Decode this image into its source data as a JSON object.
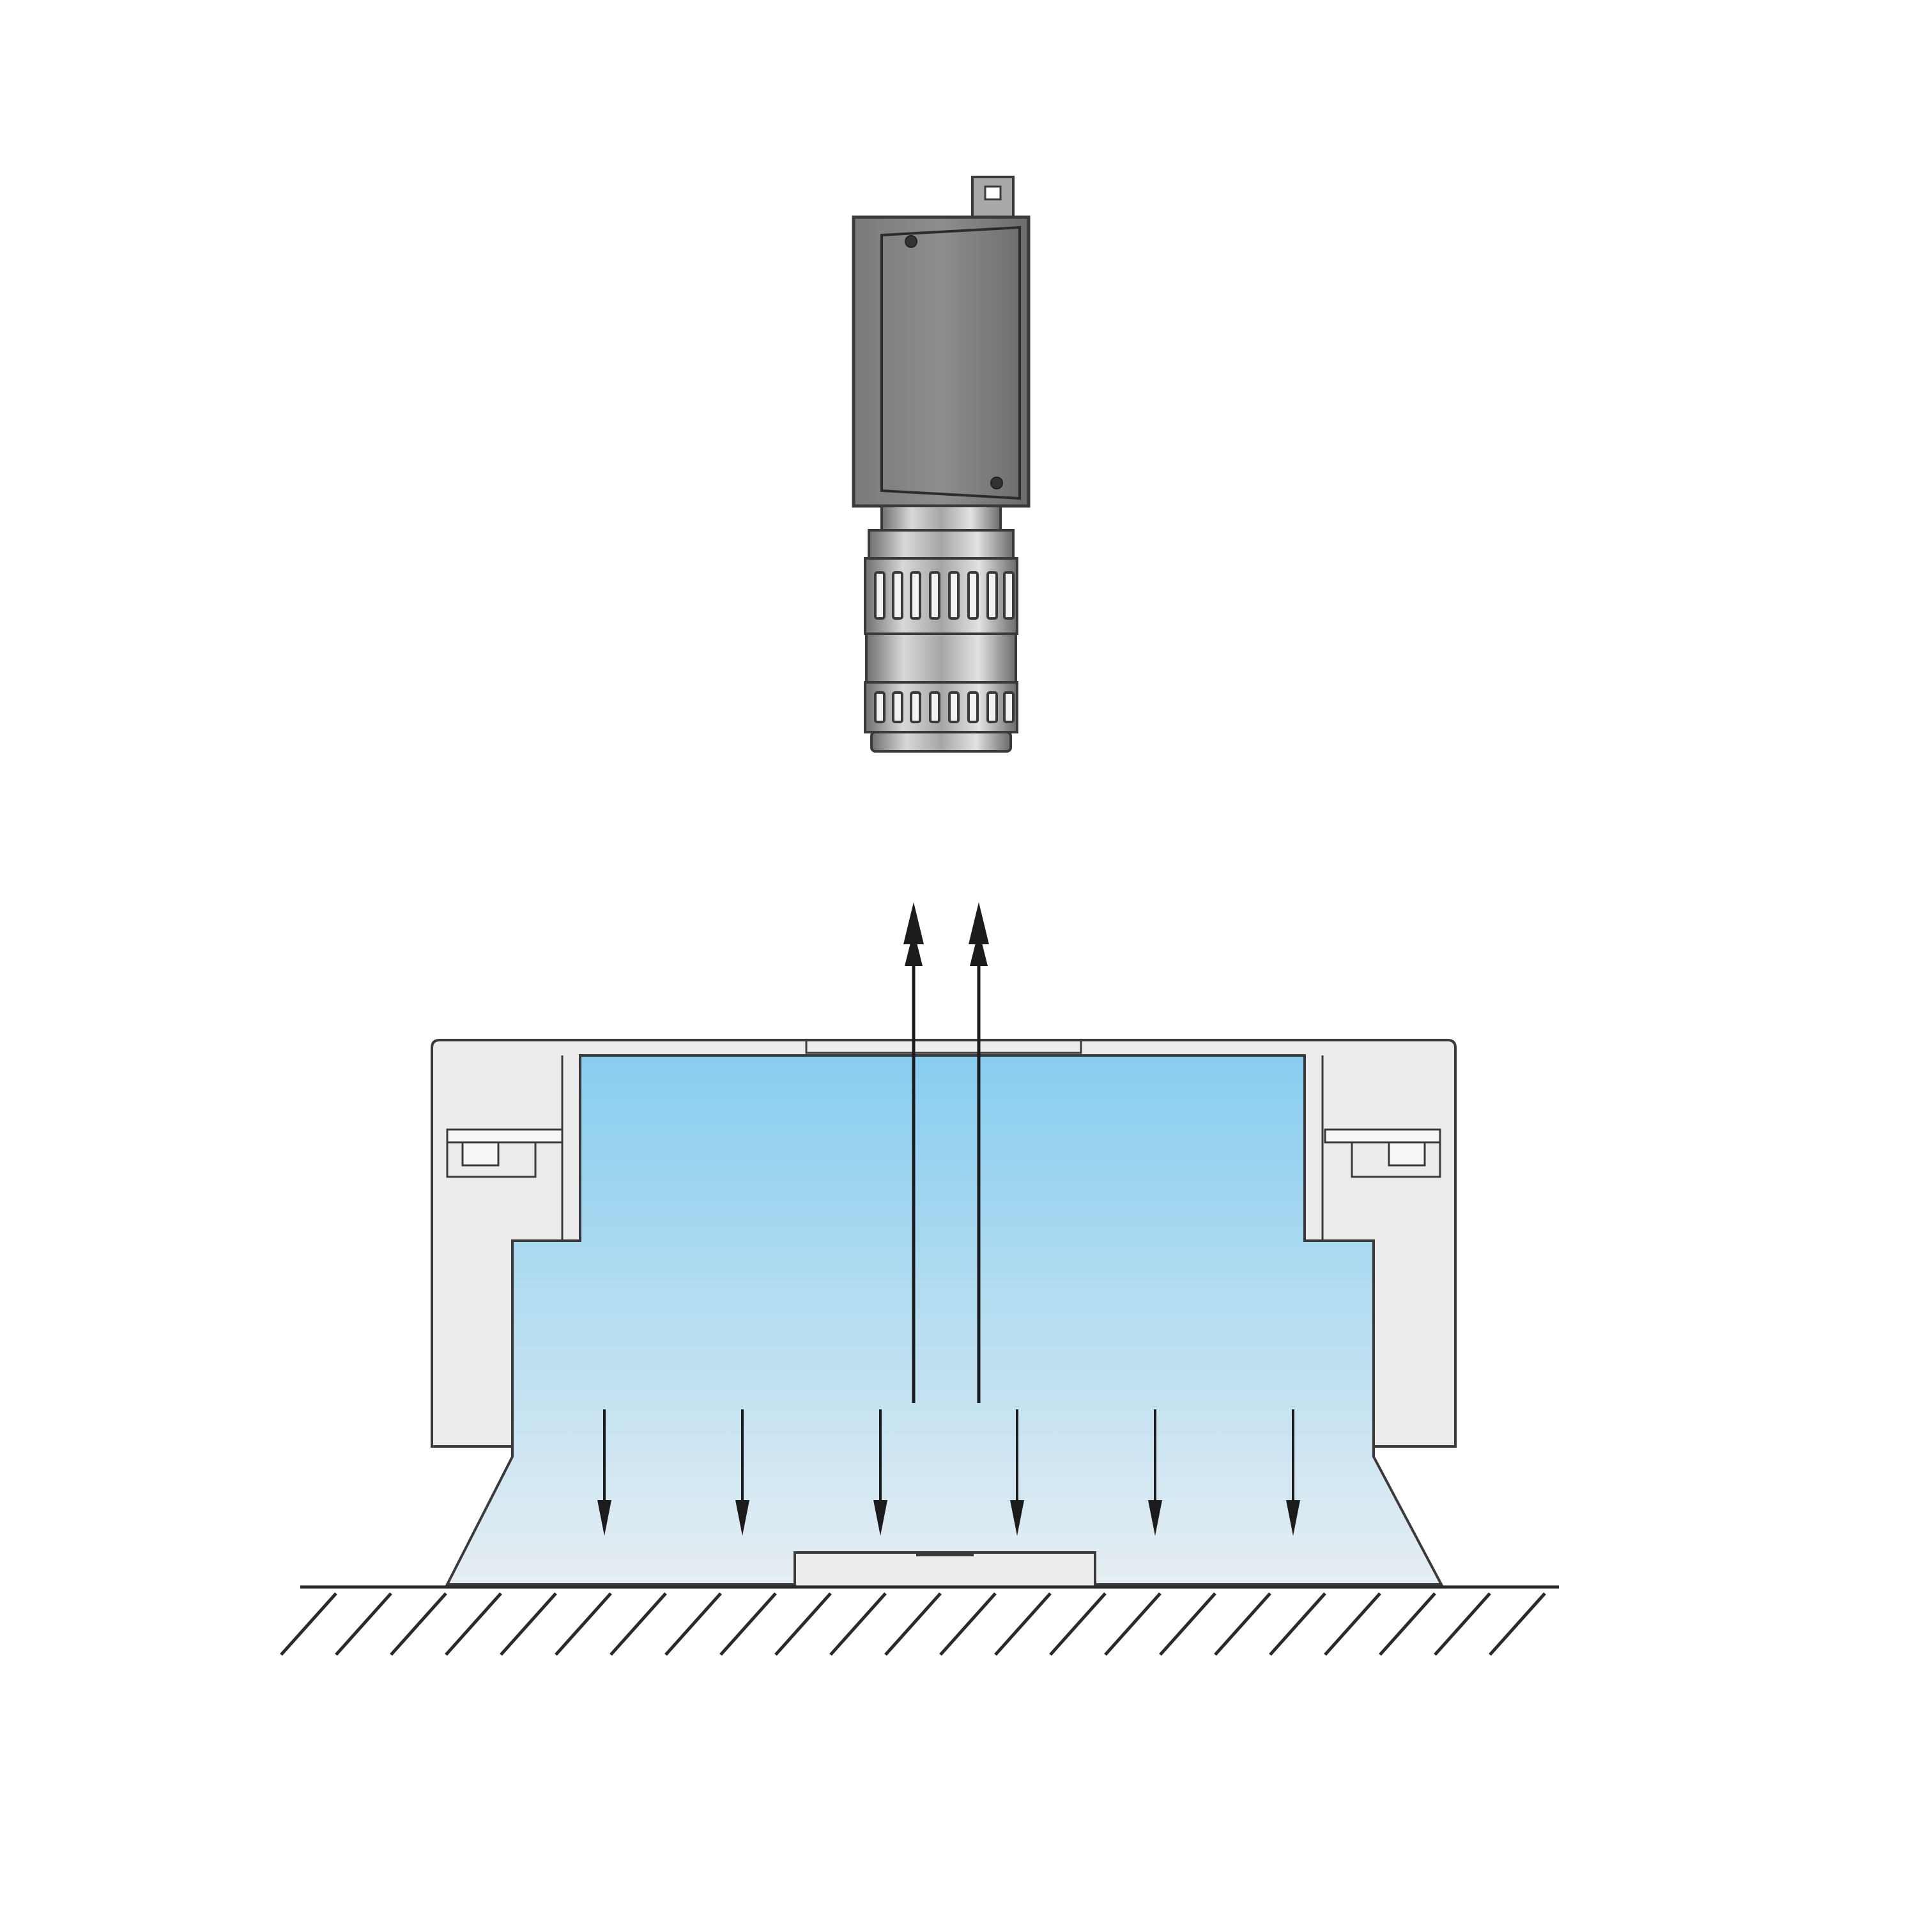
{
  "colors": {
    "background": "#ffffff",
    "outline": "#3a3a3a",
    "camera_body": "#8a8a8a",
    "camera_body_dark": "#5e5e5e",
    "housing": "#ececec",
    "light_top": "#87cdf0",
    "light_bottom": "#e6eef2",
    "arrow": "#1c1c1c"
  },
  "diagram": {
    "camera": {
      "icon": "camera-icon",
      "lens_icon": "lens-icon"
    },
    "dome_light": {
      "icon": "dome-light-icon"
    },
    "reflected_rays": {
      "count": 2,
      "direction": "up"
    },
    "incident_rays": {
      "count": 6,
      "direction": "down"
    },
    "ground": {
      "hatch_count": 23
    }
  }
}
